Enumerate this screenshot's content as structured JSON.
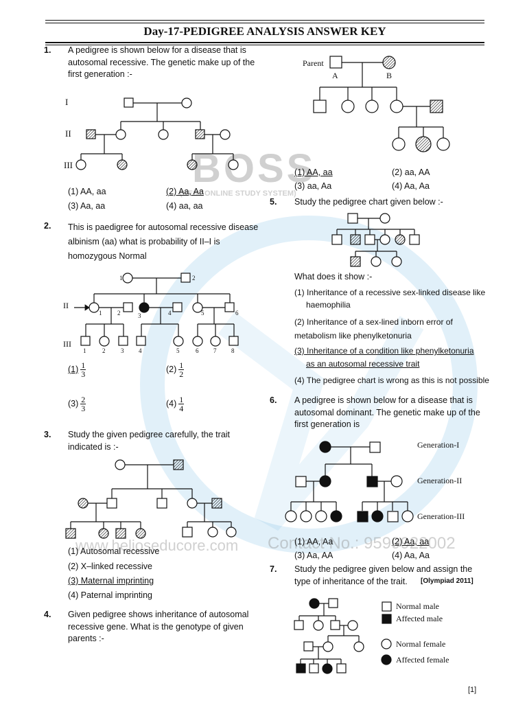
{
  "header": {
    "title": "Day-17-PEDIGREE ANALYSIS ANSWER KEY"
  },
  "watermark": {
    "brand": "BOSS",
    "brand_sub": "(BEST ONLINE STUDY SYSTEM)",
    "website": "www.helioseducore.com",
    "contact": "Contact No.: 9599922002",
    "color": "#5aaee0"
  },
  "q1": {
    "num": "1.",
    "text": "A pedigree is shown below for a disease that is autosomal recessive. The genetic make up of the first generation :-",
    "gen_labels": [
      "I",
      "II",
      "III"
    ],
    "options": [
      "(1) AA, aa",
      "(2) Aa, Aa",
      "(3) Aa, aa",
      "(4) aa, aa"
    ]
  },
  "q2": {
    "num": "2.",
    "text": "This is paedigree for autosomal recessive disease albinism (aa) what is probability of II–I is homozygous Normal",
    "gen_labels": [
      "II",
      "III"
    ],
    "ind_labels_top": [
      "1",
      "2"
    ],
    "ind_labels_gen2": [
      "1",
      "2",
      "3",
      "4",
      "5",
      "6"
    ],
    "ind_labels_gen3": [
      "1",
      "2",
      "3",
      "4",
      "5",
      "6",
      "7",
      "8"
    ],
    "options": [
      {
        "label": "(1)",
        "num": "1",
        "den": "3"
      },
      {
        "label": "(2)",
        "num": "1",
        "den": "2"
      },
      {
        "label": "(3)",
        "num": "2",
        "den": "3"
      },
      {
        "label": "(4)",
        "num": "1",
        "den": "4"
      }
    ]
  },
  "q3": {
    "num": "3.",
    "text": "Study the given pedigree carefully, the trait indicated is :-",
    "options": [
      "(1) Autosomal recessive",
      "(2) X–linked recessive",
      "(3) Maternal imprinting",
      "(4) Paternal imprinting"
    ]
  },
  "q4": {
    "num": "4.",
    "text": "Given pedigree shows inheritance of autosomal recessive gene. What is the genotype of given parents :-",
    "parent_label": "Parent",
    "parent_a": "A",
    "parent_b": "B",
    "options": [
      "(1) AA, aa",
      "(2) aa, AA",
      "(3) aa, Aa",
      "(4) Aa, Aa"
    ]
  },
  "q5": {
    "num": "5.",
    "text": "Study the pedigree chart given below :-",
    "question": "What does it show :-",
    "options": [
      "(1) Inheritance of a recessive sex-linked disease like",
      "haemophilia",
      "(2) Inheritance of a sex-lined inborn error of",
      "metabolism like phenylketonuria",
      "(3) Inheritance of a condition like phenylketonuria",
      "as an autosomal recessive trait",
      "(4) The pedigree chart is wrong as this is not possible"
    ]
  },
  "q6": {
    "num": "6.",
    "text": "A pedigree is shown below for a disease that is autosomal dominant. The genetic make up of the first generation is",
    "gen_labels": [
      "Generation-I",
      "Generation-II",
      "Generation-III"
    ],
    "options": [
      "(1) AA, Aa",
      "(2) Aa, aa",
      "(3) Aa, AA",
      "(4) Aa, Aa"
    ]
  },
  "q7": {
    "num": "7.",
    "text": "Study the pedigree given below and assign the type of inheritance of the trait.",
    "tag": "[Olympiad 2011]",
    "legend": [
      "Normal male",
      "Affected male",
      "Normal female",
      "Affected female"
    ]
  },
  "footer": {
    "page": "[1]"
  }
}
